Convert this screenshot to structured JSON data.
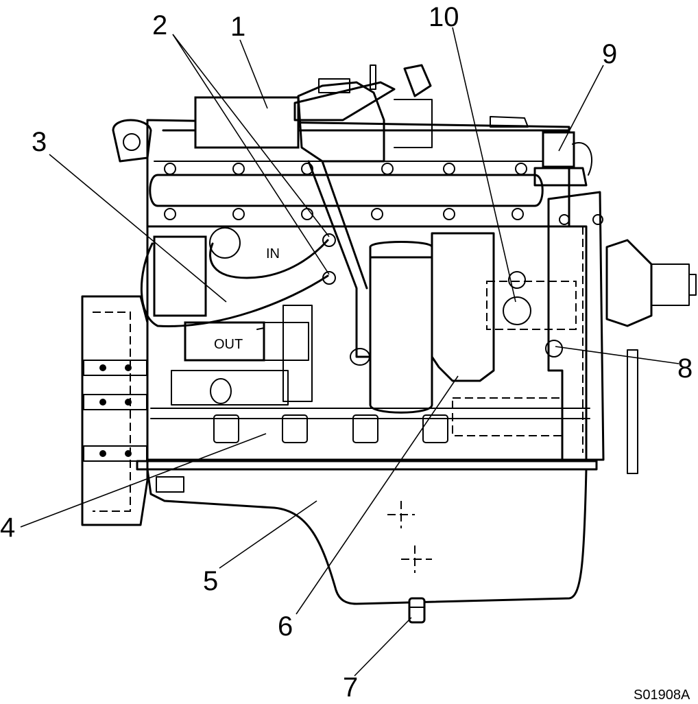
{
  "figure": {
    "code": "S01908A",
    "labels": {
      "in": "IN",
      "out": "OUT"
    },
    "callouts": [
      "1",
      "2",
      "3",
      "4",
      "5",
      "6",
      "7",
      "8",
      "9",
      "10"
    ]
  }
}
